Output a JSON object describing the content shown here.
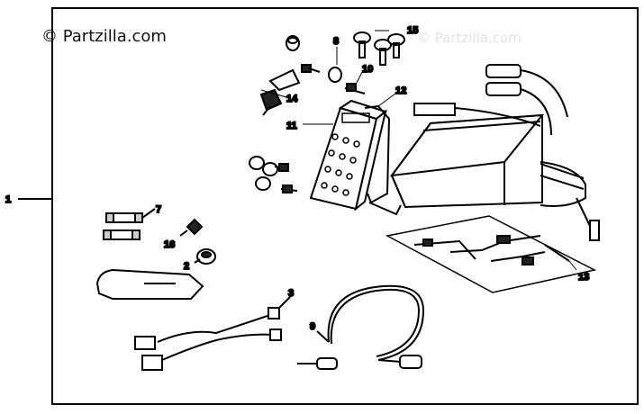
{
  "watermark": {
    "text": "© Partzilla.com",
    "faint_text": "© Partzilla.com"
  },
  "callouts": {
    "c1": "1",
    "c2": "2",
    "c3": "3",
    "c7": "7",
    "c8": "8",
    "c9": "9",
    "c10": "10",
    "c11": "11",
    "c12": "12",
    "c13": "13",
    "c14": "14",
    "c15": "15",
    "c16": "16"
  },
  "colors": {
    "line": "#000000",
    "paper": "#ffffff",
    "fill_dark": "#222222"
  }
}
